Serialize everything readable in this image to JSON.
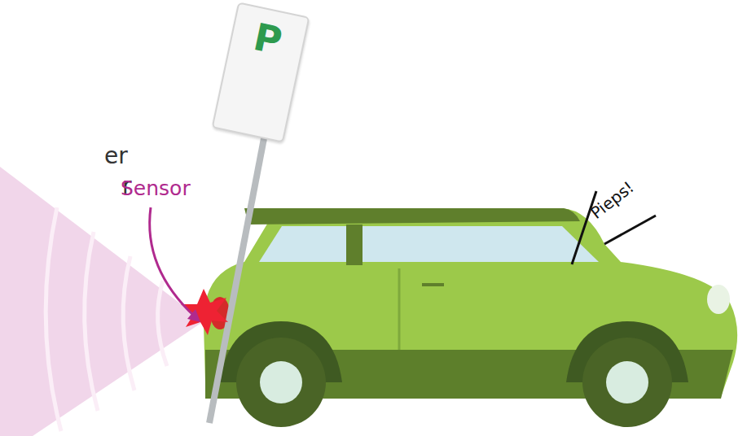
{
  "diagram": {
    "nodes": [
      {
        "text": [
          "P"
        ]
      }
    ],
    "labels": [
      "er",
      "r",
      "Sensor",
      "Pieps!"
    ]
  }
}
